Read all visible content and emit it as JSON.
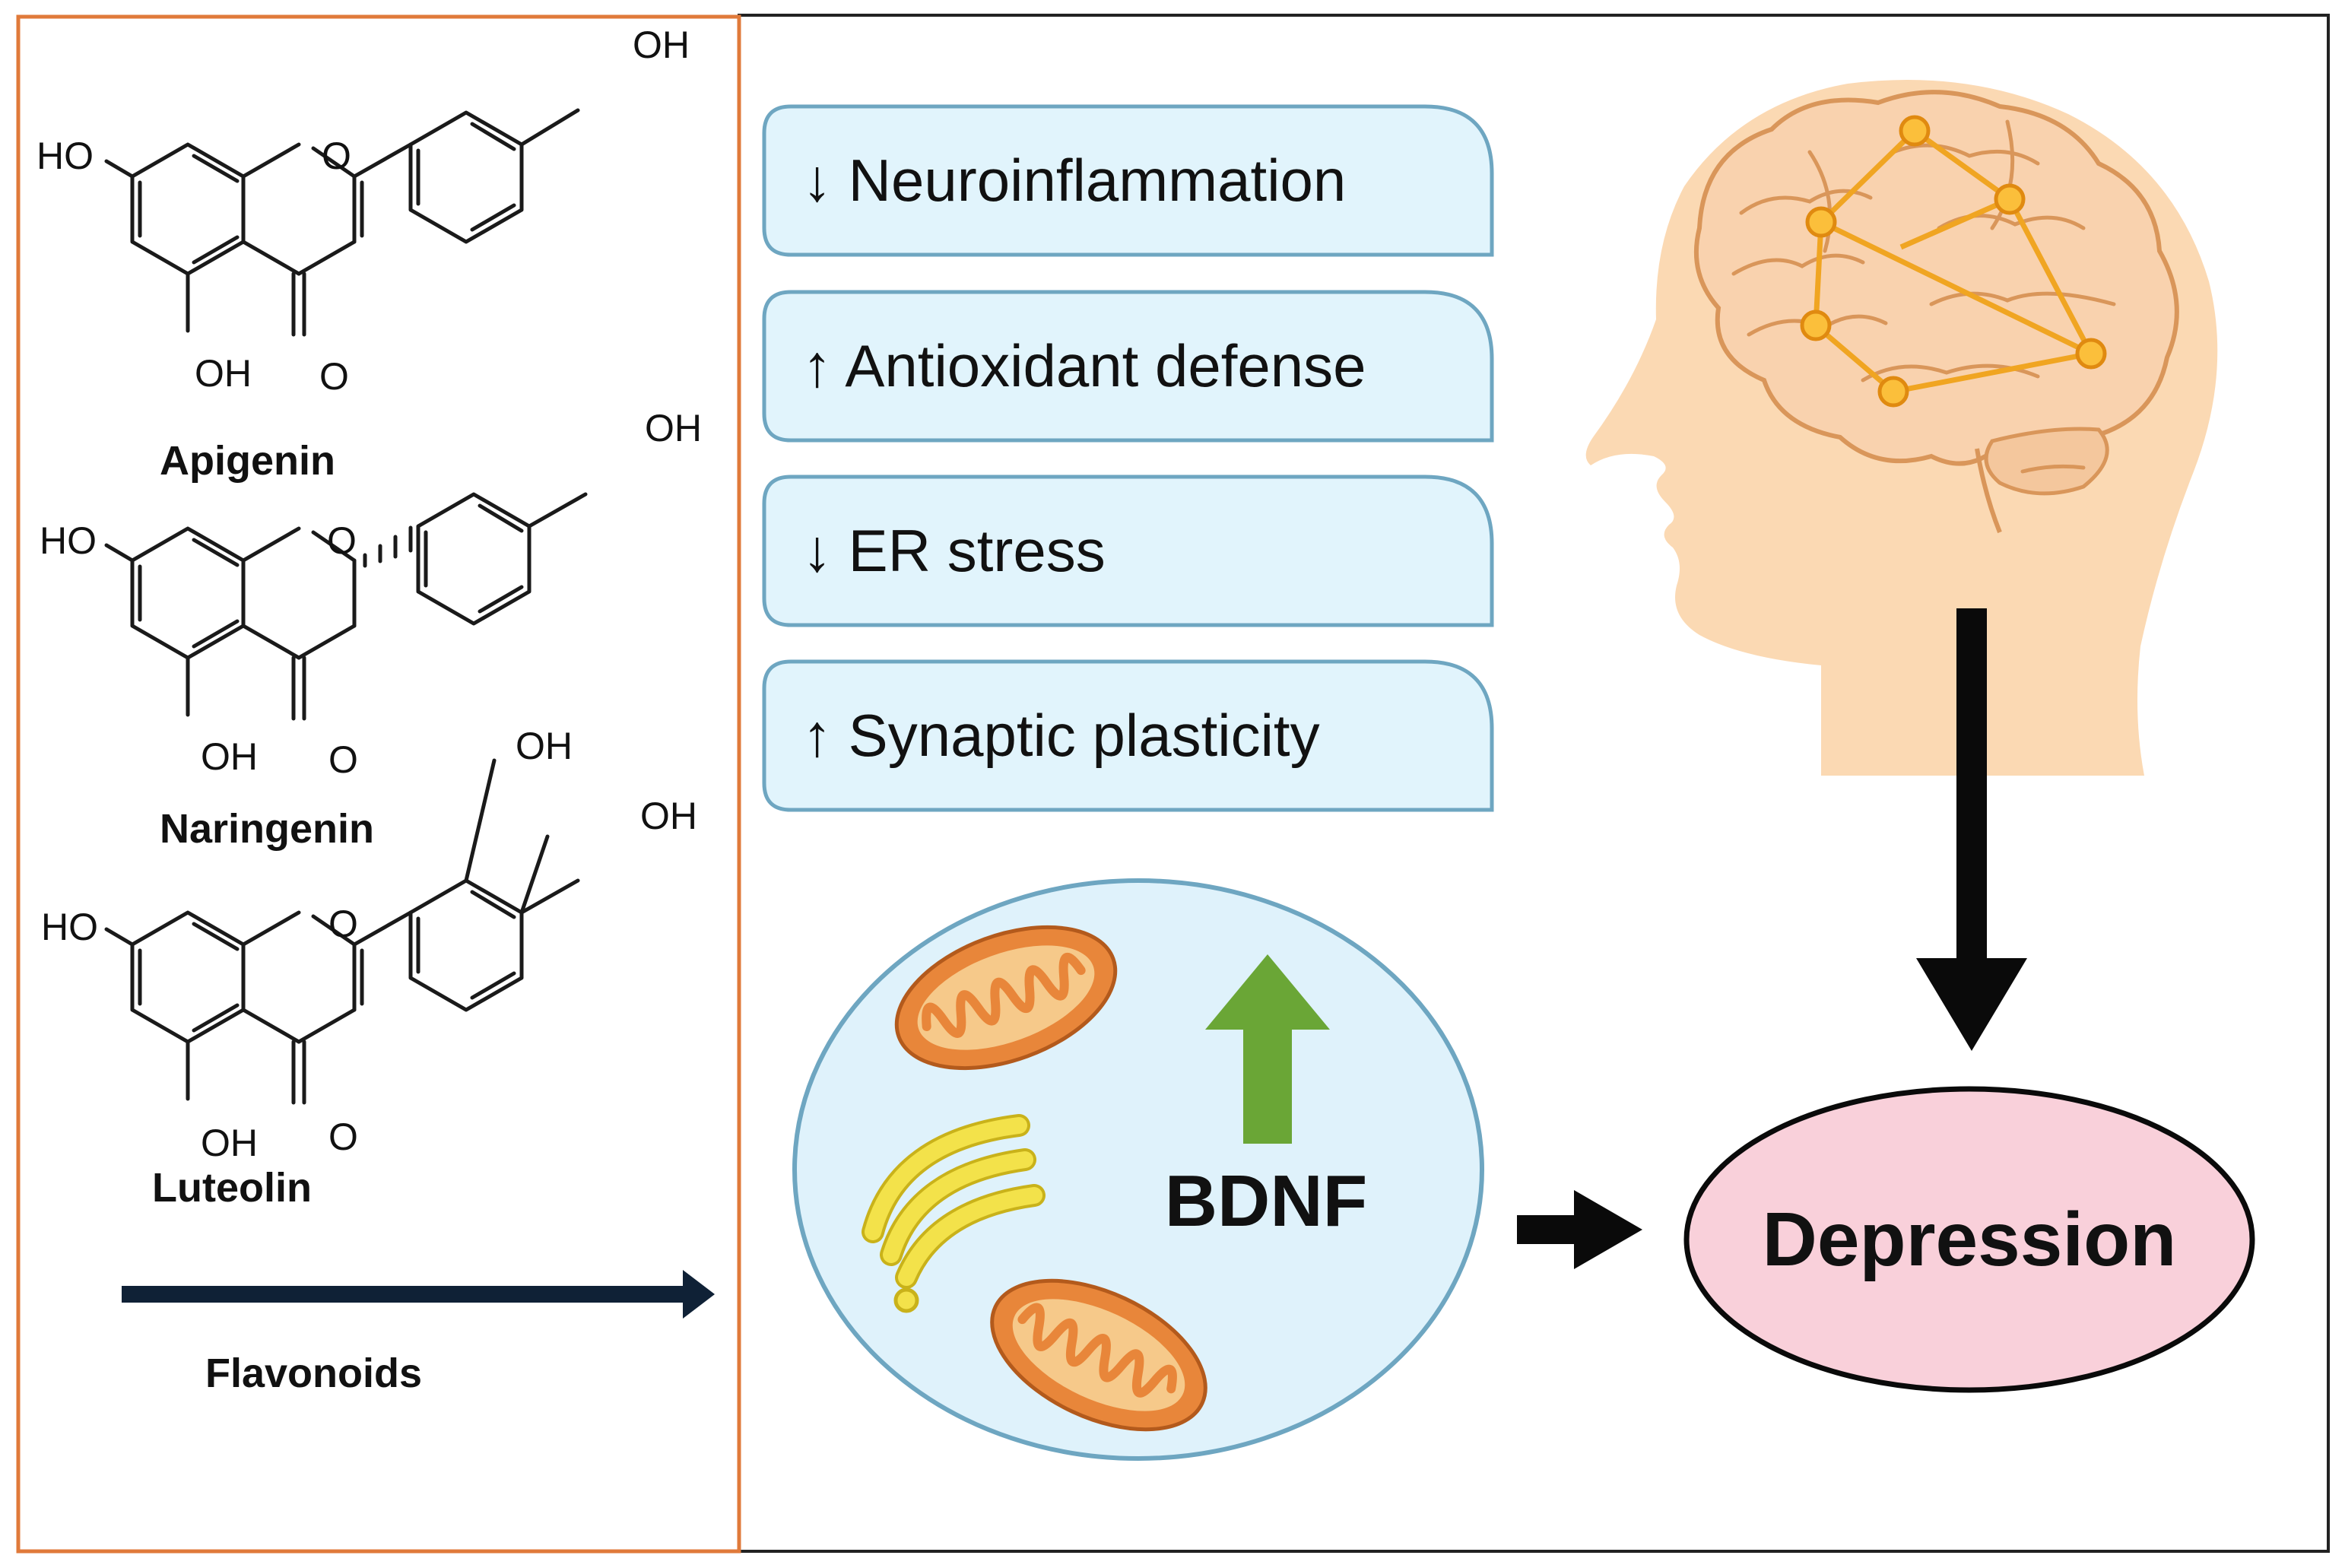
{
  "left_panel": {
    "compounds": [
      {
        "name": "Apigenin",
        "groups": [
          "HO",
          "OH",
          "OH",
          "O",
          "O"
        ]
      },
      {
        "name": "Naringenin",
        "groups": [
          "HO",
          "OH",
          "OH",
          "O",
          "O"
        ]
      },
      {
        "name": "Luteolin",
        "groups": [
          "HO",
          "OH",
          "OH",
          "OH",
          "O",
          "O"
        ]
      }
    ],
    "class_label": "Flavonoids"
  },
  "effects": [
    {
      "text": "↓ Neuroinflammation"
    },
    {
      "text": "↑ Antioxidant defense"
    },
    {
      "text": "↓ ER stress"
    },
    {
      "text": "↑ Synaptic plasticity"
    }
  ],
  "cell": {
    "bdnf_label": "BDNF"
  },
  "outcome": {
    "label": "Depression"
  },
  "colors": {
    "left_border": "#e07a3a",
    "tab_fill": "#e1f4fc",
    "tab_stroke": "#6ea6c1",
    "cell_fill": "#dff2fb",
    "mito_fill": "#e8863a",
    "golgi_fill": "#f3e24a",
    "bdnf_arrow": "#6aa636",
    "outcome_fill": "#f9d0da",
    "head_fill": "#fbd9b3",
    "brain_fill": "#f9d2ae",
    "network": "#f0a522"
  }
}
